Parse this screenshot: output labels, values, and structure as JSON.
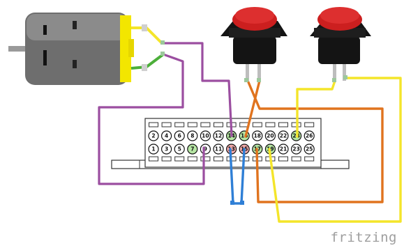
{
  "brand": "fritzing",
  "terminal_block": {
    "top_row": [
      "2",
      "4",
      "6",
      "8",
      "10",
      "12",
      "14",
      "16",
      "18",
      "20",
      "22",
      "24",
      "26"
    ],
    "bottom_row": [
      "1",
      "3",
      "5",
      "7",
      "9",
      "11",
      "13",
      "15",
      "17",
      "19",
      "21",
      "23",
      "25"
    ]
  },
  "highlights": {
    "green": [
      "7",
      "14",
      "16",
      "17",
      "19",
      "24"
    ],
    "red": [
      "13",
      "15"
    ]
  },
  "colors": {
    "wire_purple": "#9b4ea0",
    "wire_orange": "#e0731e",
    "wire_yellow": "#f4e52a",
    "wire_blue": "#2f7fd6",
    "wire_green": "#4caf3a",
    "motor_body": "#7a7a7a",
    "motor_cap": "#f3e600",
    "button_red": "#cc1f1f",
    "pin_green": "#b6e6a4",
    "pin_red": "#f1a9a9"
  },
  "components": {
    "motor": "dc-motor-icon",
    "button_left": "push-button-icon",
    "button_right": "push-button-icon"
  }
}
